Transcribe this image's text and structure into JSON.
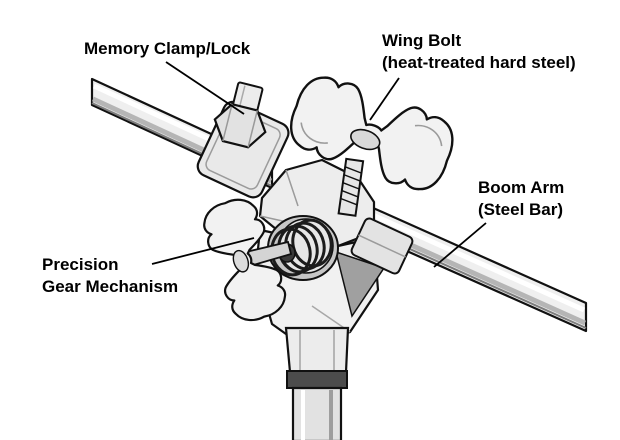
{
  "labels": {
    "memory_clamp": "Memory Clamp/Lock",
    "wing_bolt": "Wing Bolt\n(heat-treated hard steel)",
    "boom_arm": "Boom Arm\n(Steel Bar)",
    "gear": "Precision\nGear Mechanism"
  },
  "colors": {
    "background": "#ffffff",
    "outline": "#111111",
    "metal_light": "#f2f2f2",
    "metal_mid": "#d9d9d9",
    "metal_dark": "#4c4c4c",
    "text": "#000000"
  }
}
